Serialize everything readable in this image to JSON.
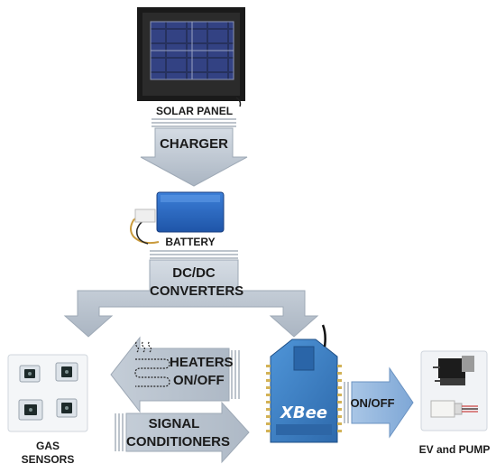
{
  "nodes": {
    "solar_panel": "SOLAR PANEL",
    "battery": "BATTERY",
    "gas_sensors": [
      "GAS",
      "SENSORS"
    ],
    "ev_pump": "EV and PUMP",
    "xbee": "XBee"
  },
  "arrows": {
    "charger": "CHARGER",
    "dcdc": [
      "DC/DC",
      "CONVERTERS"
    ],
    "heaters": [
      "HEATERS",
      "ON/OFF"
    ],
    "signal": [
      "SIGNAL",
      "CONDITIONERS"
    ],
    "onoff": "ON/OFF"
  },
  "colors": {
    "arrow_fill": "#b9c3cf",
    "arrow_stroke": "#8e9aa8",
    "onoff_arrow": "#8fb3dc",
    "xbee_board": "#3b7fc4"
  }
}
